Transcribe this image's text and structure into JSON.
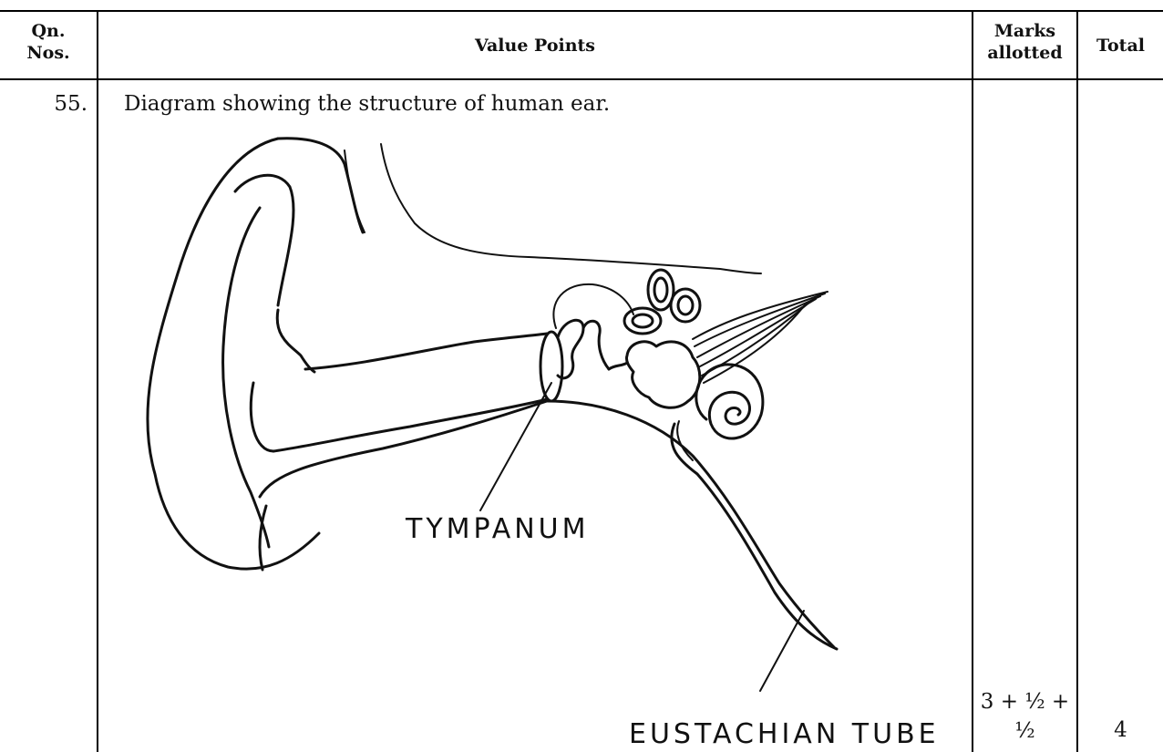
{
  "table": {
    "headers": {
      "qn_line1": "Qn.",
      "qn_line2": "Nos.",
      "value_points": "Value Points",
      "marks_line1": "Marks",
      "marks_line2": "allotted",
      "total": "Total"
    },
    "row": {
      "qn_no": "55.",
      "description": "Diagram showing the structure of human ear.",
      "marks_line1": "3 + ½ +",
      "marks_line2": "½",
      "total": "4"
    }
  },
  "diagram": {
    "labels": {
      "tympanum": "TYMPANUM",
      "eustachian_tube": "EUSTACHIAN TUBE"
    }
  }
}
